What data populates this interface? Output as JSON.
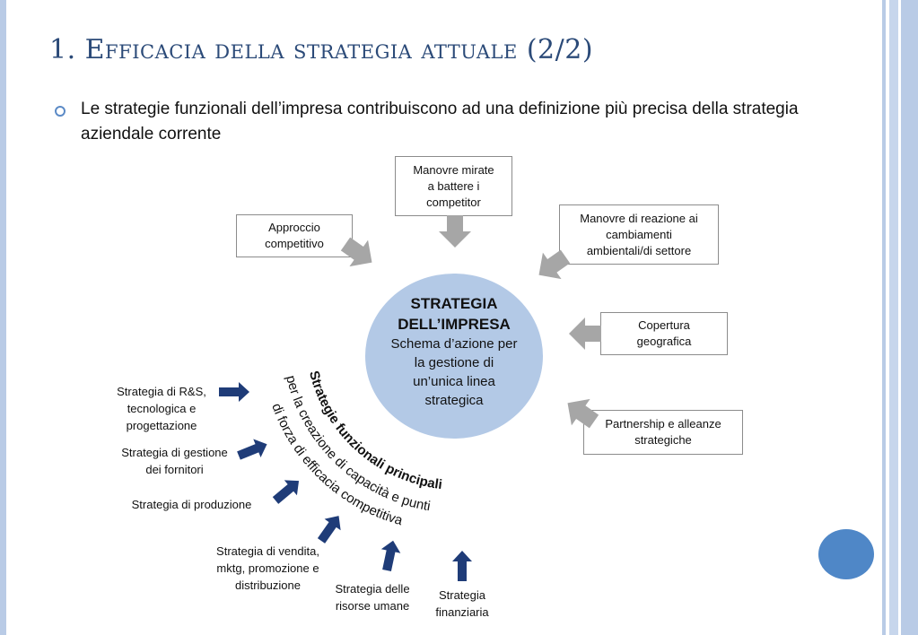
{
  "slide": {
    "title": "1.   Efficacia della strategia attuale (2/2)",
    "bullet": "Le strategie funzionali dell’impresa contribuiscono ad una definizione più precisa della strategia aziendale corrente"
  },
  "diagram": {
    "center": {
      "heading_line1": "STRATEGIA",
      "heading_line2": "DELL’IMPRESA",
      "sub_line1": "Schema d’azione per",
      "sub_line2": "la gestione di",
      "sub_line3": "un’unica linea",
      "sub_line4": "strategica"
    },
    "inputs": {
      "approccio": [
        "Approccio",
        "competitivo"
      ],
      "manovre_mirate": [
        "Manovre mirate",
        "a battere i",
        "competitor"
      ],
      "manovre_reazione": [
        "Manovre di reazione ai",
        "cambiamenti",
        "ambientali/di settore"
      ],
      "copertura": [
        "Copertura",
        "geografica"
      ],
      "partnership": [
        "Partnership e alleanze",
        "strategiche"
      ]
    },
    "arc_labels": {
      "line1": "Strategie funzionali principali",
      "line2": "per la creazione di capacità e punti",
      "line3": "di forza di efficacia competitiva"
    },
    "functional": {
      "rs": [
        "Strategia di R&S,",
        "tecnologica e",
        "progettazione"
      ],
      "fornitori": [
        "Strategia di gestione",
        "dei fornitori"
      ],
      "produzione": [
        "Strategia di produzione"
      ],
      "vendita": [
        "Strategia di vendita,",
        "mktg, promozione e",
        "distribuzione"
      ],
      "risorse": [
        "Strategia delle",
        "risorse umane"
      ],
      "finanziaria": [
        "Strategia",
        "finanziaria"
      ]
    },
    "colors": {
      "gray_arrow": "#a6a6a6",
      "navy_arrow": "#1f3c78",
      "circle": "#b3c9e6",
      "title": "#2b4a78"
    }
  }
}
